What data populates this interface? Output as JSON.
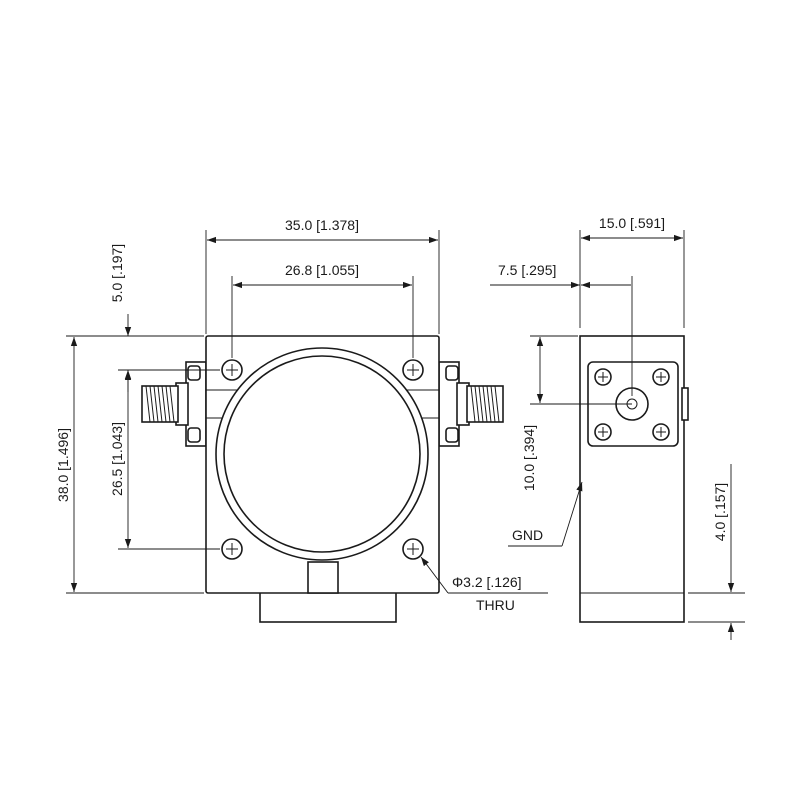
{
  "dimensions": {
    "front_width": "35.0 [1.378]",
    "hole_spacing_x": "26.8 [1.055]",
    "hole_offset_top": "5.0 [.197]",
    "front_height": "38.0 [1.496]",
    "hole_spacing_y": "26.5 [1.043]",
    "side_width": "15.0 [.591]",
    "connector_offset": "7.5 [.295]",
    "connector_height": "10.0 [.394]",
    "base_height": "4.0 [.157]"
  },
  "callouts": {
    "hole_diameter": "Φ3.2 [.126]",
    "hole_type": "THRU",
    "ground": "GND"
  },
  "colors": {
    "line": "#1a1a1a",
    "background": "#ffffff"
  }
}
